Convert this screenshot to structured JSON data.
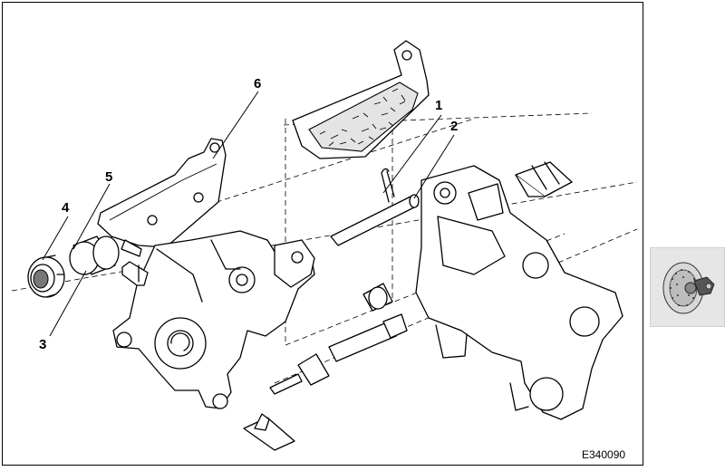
{
  "diagram": {
    "callouts": [
      {
        "id": "1",
        "label": "1"
      },
      {
        "id": "2",
        "label": "2"
      },
      {
        "id": "3",
        "label": "3"
      },
      {
        "id": "4",
        "label": "4"
      },
      {
        "id": "5",
        "label": "5"
      },
      {
        "id": "6",
        "label": "6"
      }
    ],
    "figure_code": "E340090"
  },
  "thumbnail": {
    "icon": "brake-disc-thumbnail-icon"
  }
}
